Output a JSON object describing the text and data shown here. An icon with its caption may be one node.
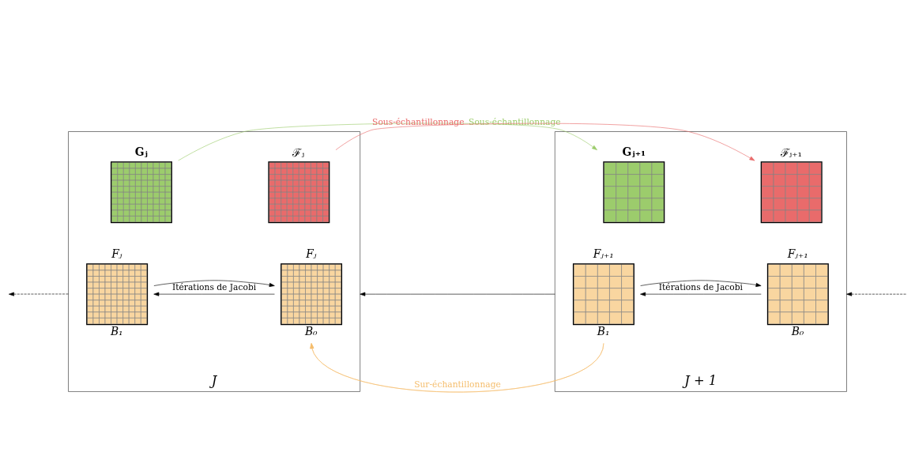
{
  "diagram": {
    "nodes": [
      {
        "text": [
          "J"
        ]
      },
      {
        "text": [
          "Gⱼ"
        ],
        "in": 0
      },
      {
        "text": [
          "ℱⱼ"
        ],
        "in": 0
      },
      {
        "text": [
          "Fⱼ",
          "B₁"
        ],
        "in": 0
      },
      {
        "text": [
          "Fⱼ",
          "B₀"
        ],
        "in": 0
      },
      {
        "text": [
          "J + 1"
        ]
      },
      {
        "text": [
          "Gⱼ₊₁"
        ],
        "in": 5
      },
      {
        "text": [
          "ℱⱼ₊₁"
        ],
        "in": 5
      },
      {
        "text": [
          "Fⱼ₊₁",
          "B₁"
        ],
        "in": 5
      },
      {
        "text": [
          "Fⱼ₊₁",
          "B₀"
        ],
        "in": 5
      }
    ],
    "edges": [
      {
        "from": 1,
        "to": 6,
        "arrow": "to",
        "label": "Sous-échantillonnage",
        "color": "#9ccc6c"
      },
      {
        "from": 2,
        "to": 7,
        "arrow": "to",
        "label": "Sous-échantillonnage",
        "color": "#e96b6b"
      },
      {
        "from": 3,
        "to": 4,
        "arrow": "to"
      },
      {
        "from": 4,
        "to": 3,
        "arrow": "to",
        "label": "Itérations de Jacobi"
      },
      {
        "from": 8,
        "to": 9,
        "arrow": "to"
      },
      {
        "from": 9,
        "to": 8,
        "arrow": "to",
        "label": "Itérations de Jacobi"
      },
      {
        "from": 8,
        "to": 4,
        "arrow": "to",
        "label": "Sur-échantillonnage",
        "color": "#f5be6e"
      },
      {
        "from": 5,
        "to": 0,
        "arrow": "to"
      },
      {
        "from": 0,
        "to": null,
        "arrow": "to",
        "style": "dashed"
      },
      {
        "from": null,
        "to": 5,
        "arrow": "to",
        "style": "dashed"
      }
    ]
  }
}
